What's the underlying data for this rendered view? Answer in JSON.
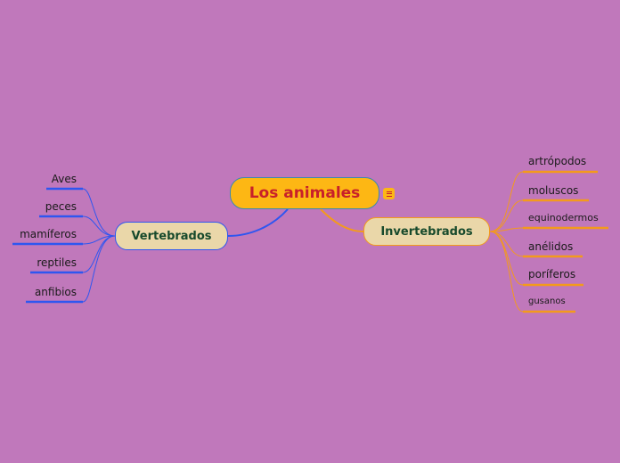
{
  "colors": {
    "background": "#c078bb",
    "root_fill": "#fdb714",
    "root_text": "#c8202a",
    "root_border": "#3a8ab0",
    "branch_fill": "#ead7a9",
    "branch_text": "#174a2c",
    "vertebrados_line": "#2e56f0",
    "invertebrados_line": "#f39a1c"
  },
  "root": {
    "label": "Los animales",
    "icon": "note-icon"
  },
  "branches": {
    "vertebrados": {
      "label": "Vertebrados",
      "children": [
        "Aves",
        "peces",
        "mamíferos",
        "reptiles",
        "anfibios"
      ]
    },
    "invertebrados": {
      "label": "Invertebrados",
      "children": [
        "artrópodos",
        "moluscos",
        "equinodermos",
        "anélidos",
        "poríferos",
        "gusanos"
      ]
    }
  }
}
